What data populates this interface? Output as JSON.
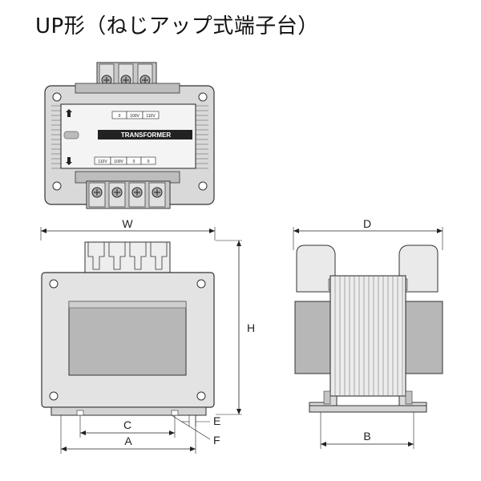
{
  "title": "UP形（ねじアップ式端子台）",
  "nameplate": {
    "top_voltages": [
      "0",
      "100V",
      "110V"
    ],
    "bottom_voltages": [
      "110V",
      "100V",
      "0",
      "0"
    ],
    "brand": "TRANSFORMER"
  },
  "dimensions": {
    "W": "W",
    "H": "H",
    "D": "D",
    "A": "A",
    "B": "B",
    "C": "C",
    "E": "E",
    "F": "F"
  }
}
